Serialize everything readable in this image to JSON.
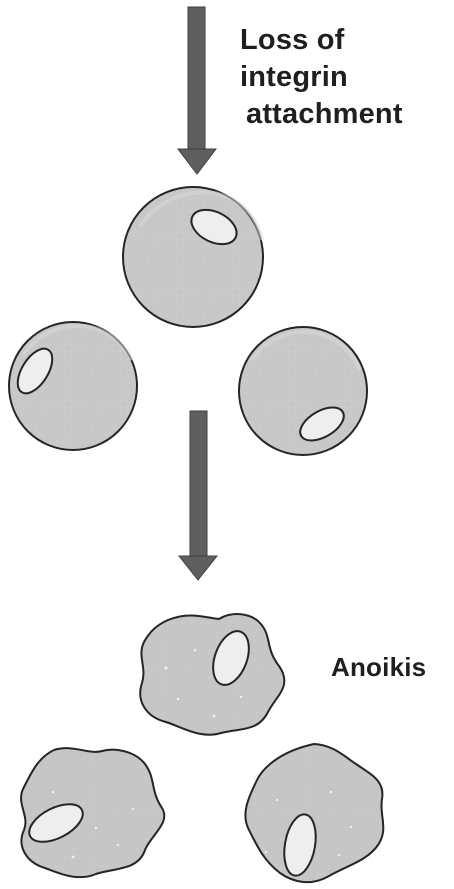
{
  "diagram": {
    "labels": {
      "loss_of_integrin_attachment": {
        "line1": "Loss of",
        "line2": "integrin",
        "line3": "attachment"
      },
      "anoikis": "Anoikis"
    },
    "colors": {
      "background": "#ffffff",
      "arrow": "#5f5f5f",
      "arrow_outline": "#3f3f3f",
      "cell_fill": "#c8c8c8",
      "cell_stroke": "#252525",
      "nucleus_fill": "#eeeeee",
      "text": "#1f1f1f"
    },
    "sequence": [
      "loss-of-integrin-attachment",
      "detached-cells",
      "anoikis"
    ]
  }
}
